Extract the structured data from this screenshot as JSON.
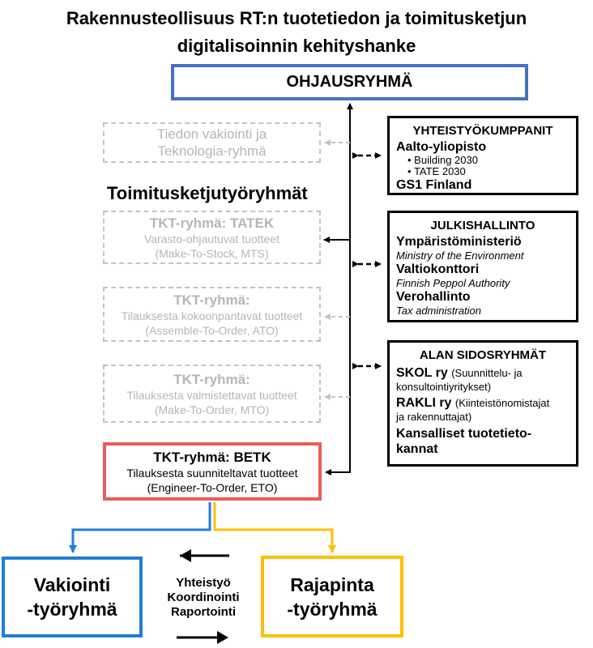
{
  "title": {
    "line1": "Rakennusteollisuus RT:n tuotetiedon ja toimitusketjun",
    "line2": "digitalisoinnin kehityshanke"
  },
  "steering": {
    "label": "OHJAUSRYHMÄ"
  },
  "standardization_tech": {
    "line1": "Tiedon vakiointi ja",
    "line2": "Teknologia-ryhmä"
  },
  "supply_chain_heading": "Toimitusketjutyöryhmät",
  "groups": [
    {
      "title": "TKT-ryhmä: TATEK",
      "desc1": "Varasto-ohjautuvat tuotteet",
      "desc2": "(Make-To-Stock, MTS)"
    },
    {
      "title": "TKT-ryhmä:",
      "desc1": "Tilauksesta kokoonpantavat tuotteet",
      "desc2": "(Assemble-To-Order, ATO)"
    },
    {
      "title": "TKT-ryhmä:",
      "desc1": "Tilauksesta valmistettavat tuotteet",
      "desc2": "(Make-To-Order, MTO)"
    }
  ],
  "betk": {
    "title": "TKT-ryhmä: BETK",
    "desc1": "Tilauksesta suunniteltavat tuotteet",
    "desc2": "(Engineer-To-Order, ETO)"
  },
  "partners": {
    "heading": "YHTEISTYÖKUMPPANIT",
    "org1": "Aalto-yliopisto",
    "bullets": [
      "Building 2030",
      "TATE 2030"
    ],
    "org2": "GS1 Finland"
  },
  "public": {
    "heading": "JULKISHALLINTO",
    "items": [
      {
        "name": "Ympäristöministeriö",
        "en": "Ministry of the Environment"
      },
      {
        "name": "Valtiokonttori",
        "en": "Finnish Peppol Authority"
      },
      {
        "name": "Verohallinto",
        "en": "Tax administration"
      }
    ]
  },
  "stakeholders": {
    "heading": "ALAN SIDOSRYHMÄT",
    "skol_name": "SKOL ry",
    "skol_desc1": "(Suunnittelu- ja",
    "skol_desc2": "konsultointiyritykset)",
    "rakli_name": "RAKLI ry",
    "rakli_desc1": "(Kiinteistönomistajat",
    "rakli_desc2": "ja rakennuttajat)",
    "kans1": "Kansalliset tuotetieto-",
    "kans2": "kannat"
  },
  "vakiointi": {
    "line1": "Vakiointi",
    "line2": "-työryhmä"
  },
  "rajapinta": {
    "line1": "Rajapinta",
    "line2": "-työryhmä"
  },
  "cooperation": [
    "Yhteistyö",
    "Koordinointi",
    "Raportointi"
  ],
  "colors": {
    "blue": "#4472c4",
    "red": "#f05a5a",
    "yellow": "#ffc000",
    "lineblue": "#1f7fd6",
    "gray": "#c3c3c3",
    "grayText": "#b5b5b5"
  }
}
